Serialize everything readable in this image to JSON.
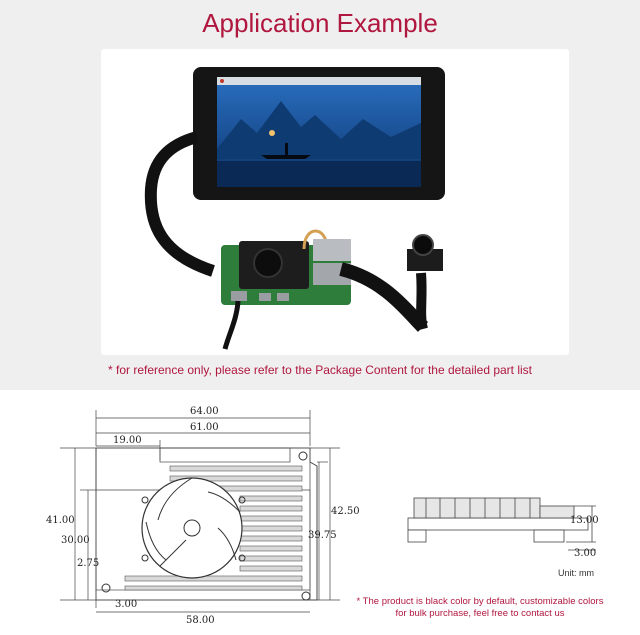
{
  "title": "Application Example",
  "reference_note": "* for reference only, please refer to the Package Content for the detailed part list",
  "drawing": {
    "dim_64": "64.00",
    "dim_61": "61.00",
    "dim_19": "19.00",
    "dim_41": "41.00",
    "dim_30": "30.00",
    "dim_2_75": "2.75",
    "dim_3_left": "3.00",
    "dim_58": "58.00",
    "dim_42_5": "42.50",
    "dim_39_75": "39.75",
    "dim_13": "13.00",
    "dim_3_side": "3.00"
  },
  "unit_label": "Unit: mm",
  "color_note_line1": "* The product is black color by default, customizable colors",
  "color_note_line2": "for bulk purchase, feel free to contact us",
  "colors": {
    "accent": "#b0173f",
    "screen_blue": "#1f5fa8",
    "pcb_green": "#2e7d3a"
  }
}
